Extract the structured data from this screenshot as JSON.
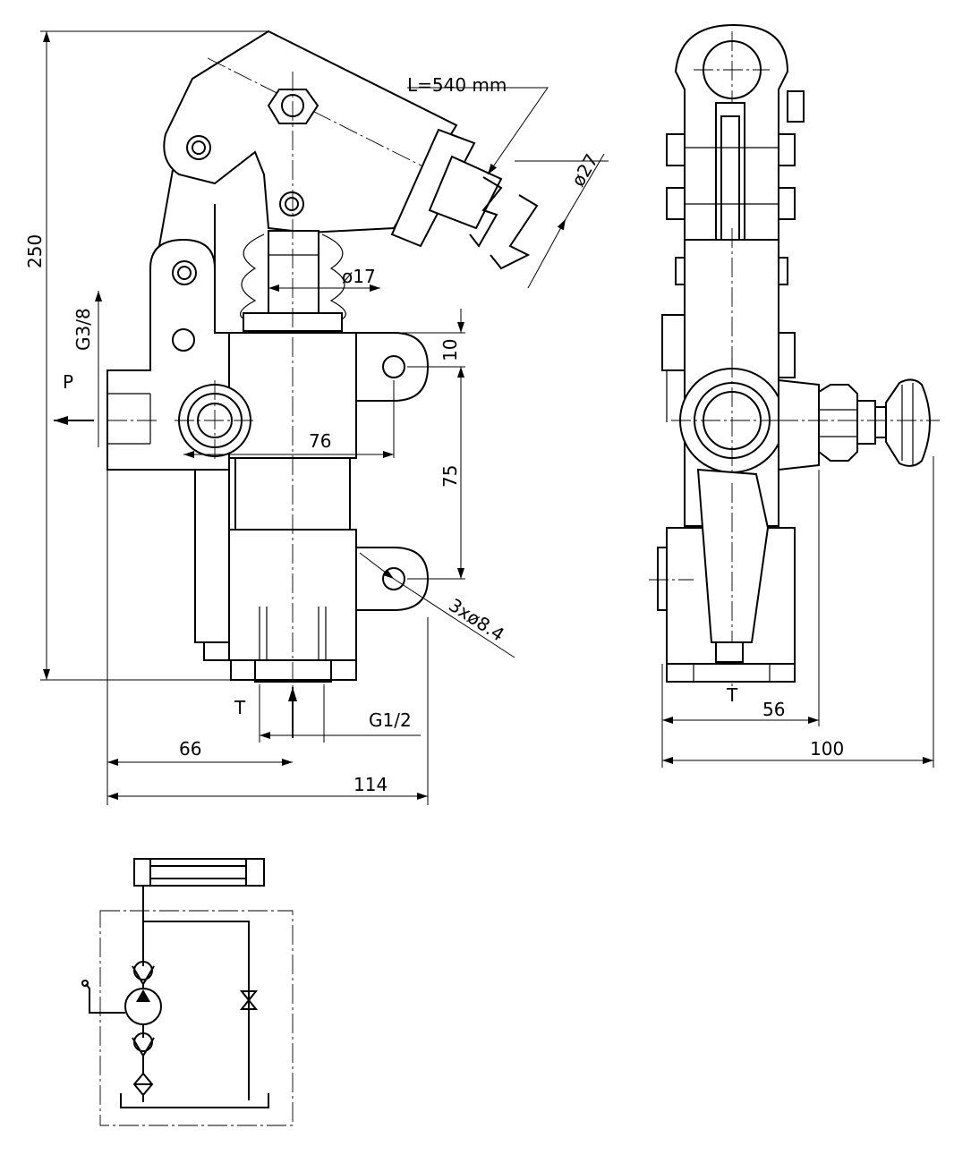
{
  "labels": {
    "handle_length": "L=540 mm",
    "handle_diameter": "ø27",
    "piston_diameter": "ø17",
    "pressure_thread": "G3/8",
    "port_p": "P",
    "port_t_front": "T",
    "port_t_side": "T",
    "tank_thread": "G1/2",
    "mounting_holes": "3xø8.4",
    "dim_height": "250",
    "dim_hole_offset": "10",
    "dim_hole_spacing_v": "75",
    "dim_hole_spacing_h": "76",
    "dim_center_left": "66",
    "dim_total_width_front": "114",
    "dim_side_center": "56",
    "dim_total_width_side": "100"
  },
  "colors": {
    "line": "#000000",
    "background": "#ffffff"
  }
}
